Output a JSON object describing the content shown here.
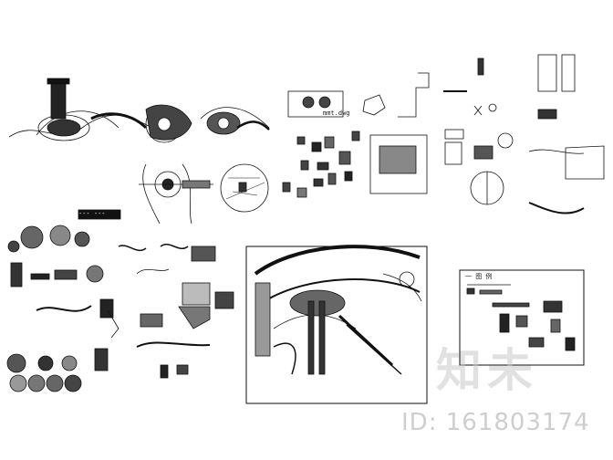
{
  "watermark": {
    "logo_text": "知未",
    "id_text": "ID: 161803174"
  },
  "labels": {
    "top_strip_tag": "--- ---",
    "legend_title": "一 图 例",
    "small_note": "mmt.dwg"
  },
  "colors": {
    "ink": "#111111",
    "background": "#ffffff",
    "watermark": "#c8c8c8"
  }
}
